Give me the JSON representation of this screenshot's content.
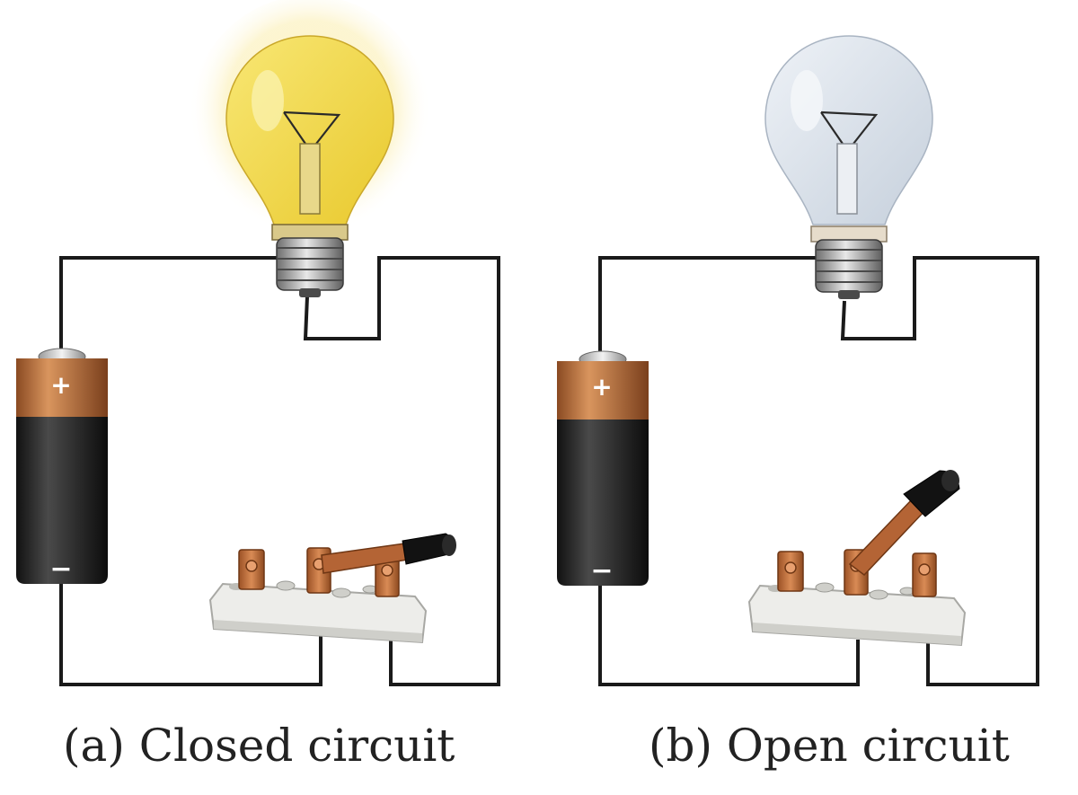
{
  "panels": [
    {
      "caption": "(a) Closed circuit",
      "state": "closed",
      "bulb_lit": true,
      "battery": {
        "positive_label": "+",
        "negative_label": "−"
      }
    },
    {
      "caption": "(b) Open circuit",
      "state": "open",
      "bulb_lit": false,
      "battery": {
        "positive_label": "+",
        "negative_label": "−"
      }
    }
  ],
  "colors": {
    "wire": "#1a1a1a",
    "bulb_lit_fill": "#f3dc4a",
    "bulb_lit_glow": "#fbf0b8",
    "bulb_off_fill": "#d5dde7",
    "battery_top": "#b86e3c",
    "battery_body": "#262626",
    "copper": "#c0733f",
    "switch_base": "#ededea",
    "handle": "#111111"
  }
}
